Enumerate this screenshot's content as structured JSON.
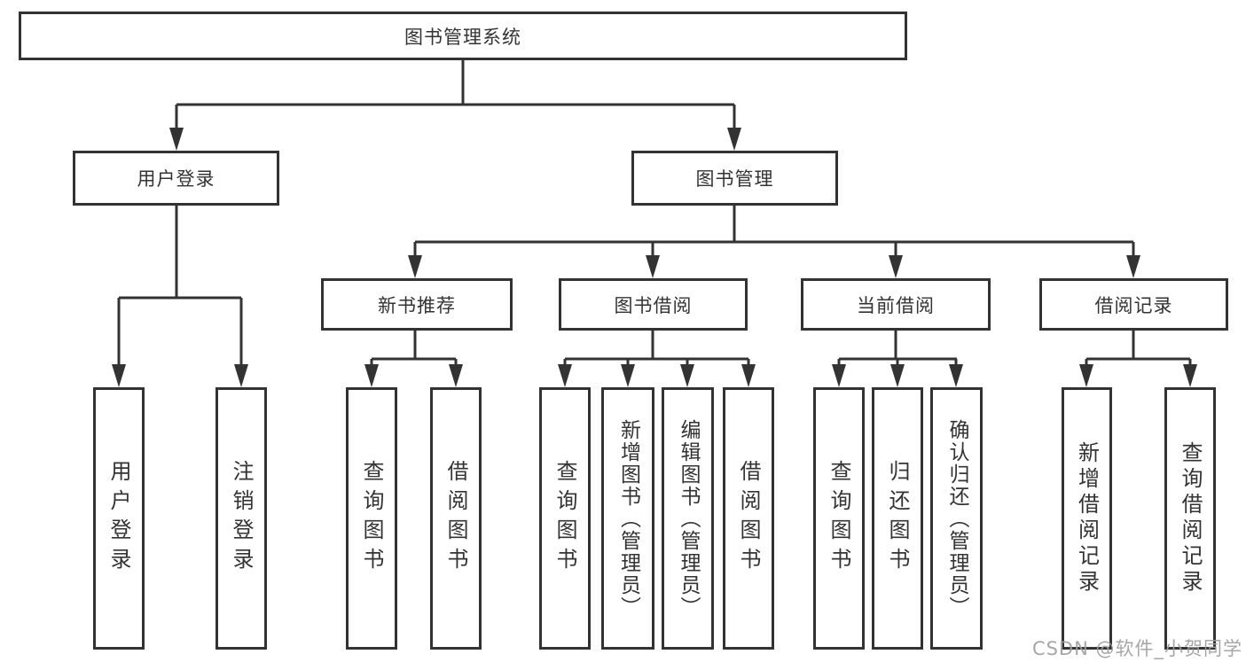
{
  "diagram": {
    "title": "图书管理系统",
    "type": "functional-structure-tree",
    "colors": {
      "line": "#333333",
      "text": "#333333",
      "box_background": "#ffffff",
      "watermark": "#9e9e9e"
    },
    "tree": {
      "root": {
        "label": "图书管理系统"
      },
      "branches": [
        {
          "label": "用户登录",
          "children": [
            {
              "label": "用户登录"
            },
            {
              "label": "注销登录"
            }
          ]
        },
        {
          "label": "图书管理",
          "children": [
            {
              "label": "新书推荐",
              "children": [
                {
                  "label": "查询图书"
                },
                {
                  "label": "借阅图书"
                }
              ]
            },
            {
              "label": "图书借阅",
              "children": [
                {
                  "label": "查询图书"
                },
                {
                  "label": "新增图书（管理员）"
                },
                {
                  "label": "编辑图书（管理员）"
                },
                {
                  "label": "借阅图书"
                }
              ]
            },
            {
              "label": "当前借阅",
              "children": [
                {
                  "label": "查询图书"
                },
                {
                  "label": "归还图书"
                },
                {
                  "label": "确认归还（管理员）"
                }
              ]
            },
            {
              "label": "借阅记录",
              "children": [
                {
                  "label": "新增借阅记录"
                },
                {
                  "label": "查询借阅记录"
                }
              ]
            }
          ]
        }
      ]
    },
    "watermark_text": "CSDN @软件_小贺同学"
  }
}
